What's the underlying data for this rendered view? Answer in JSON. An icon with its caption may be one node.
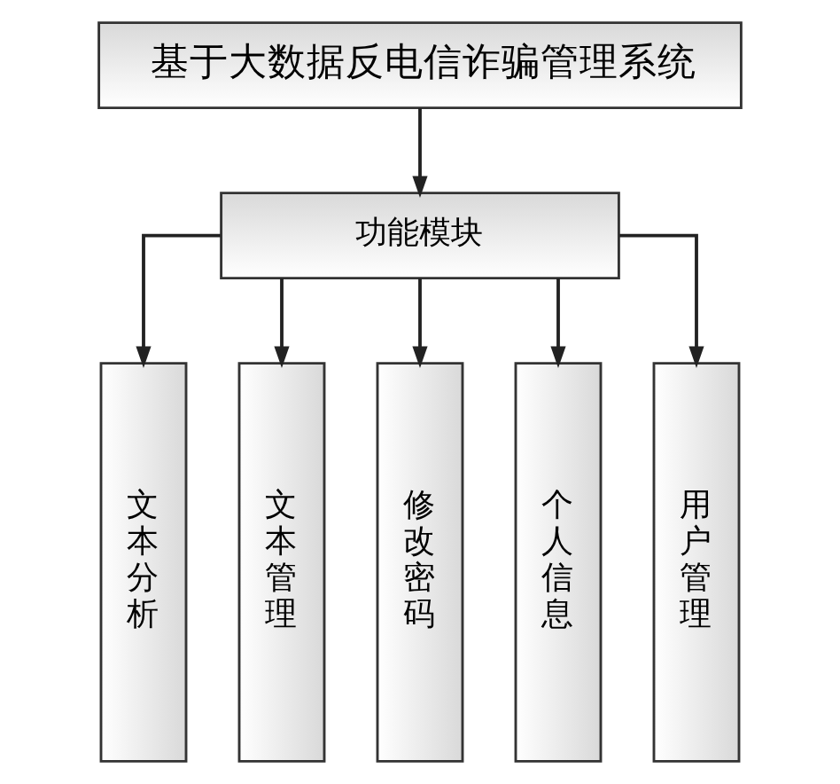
{
  "diagram": {
    "nodes": [
      {
        "text": [
          "基于大数据反电信诈骗管理系统"
        ]
      },
      {
        "text": [
          "功能模块"
        ]
      },
      {
        "text": [
          "文本分析"
        ]
      },
      {
        "text": [
          "文本管理"
        ]
      },
      {
        "text": [
          "修改密码"
        ]
      },
      {
        "text": [
          "个人信息"
        ]
      },
      {
        "text": [
          "用户管理"
        ]
      }
    ],
    "edges": [
      {
        "from": 0,
        "to": 1,
        "arrow": "to"
      },
      {
        "from": 1,
        "to": 2,
        "arrow": "to"
      },
      {
        "from": 1,
        "to": 3,
        "arrow": "to"
      },
      {
        "from": 1,
        "to": 4,
        "arrow": "to"
      },
      {
        "from": 1,
        "to": 5,
        "arrow": "to"
      },
      {
        "from": 1,
        "to": 6,
        "arrow": "to"
      }
    ]
  }
}
